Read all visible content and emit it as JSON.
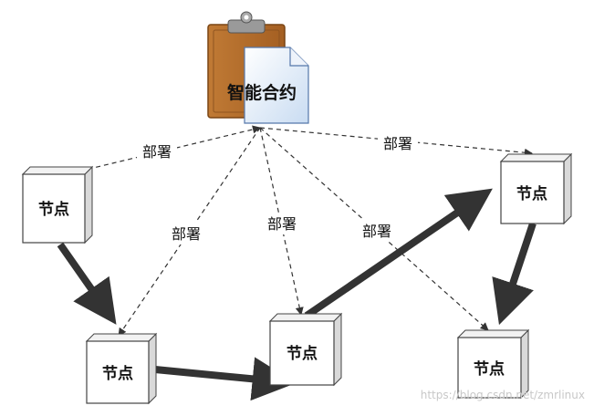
{
  "smart_contract": {
    "label": "智能合约",
    "icon": "clipboard-document-icon"
  },
  "deploy_labels": [
    "部署",
    "部署",
    "部署",
    "部署",
    "部署"
  ],
  "nodes": [
    {
      "label": "节点"
    },
    {
      "label": "节点"
    },
    {
      "label": "节点"
    },
    {
      "label": "节点"
    },
    {
      "label": "节点"
    }
  ],
  "watermark": "https://blog.csdn.net/zmrlinux",
  "colors": {
    "clipboard": "#B8702E",
    "document": "#DCE9F8",
    "arrow": "#333333"
  }
}
